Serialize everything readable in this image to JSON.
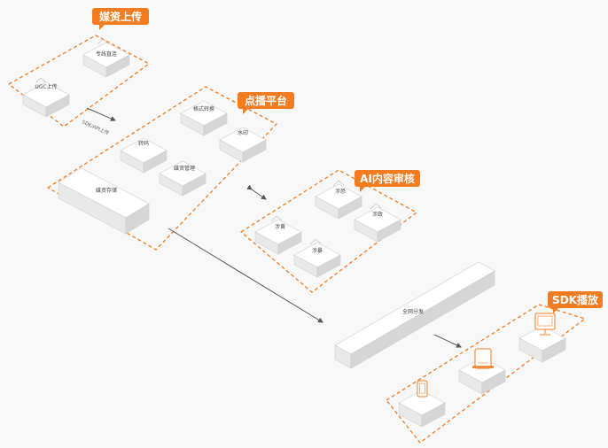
{
  "colors": {
    "accent": "#f47c20",
    "box_top": "#ffffff",
    "box_left": "#e9e9e9",
    "box_right": "#d6d6d6",
    "edge": "#555555",
    "background": "#f8f8f8"
  },
  "groups": {
    "upload": {
      "label": "媒资上传"
    },
    "vod": {
      "label": "点播平台"
    },
    "audit": {
      "label": "AI内容审核"
    },
    "sdk": {
      "label": "SDK播放"
    }
  },
  "nodes": {
    "ugc_upload": "UGC上传",
    "pro_direct": "专线直连",
    "format_convert": "格式转换",
    "transcode": "转码",
    "watermark": "水印",
    "media_manage": "媒资管理",
    "media_storage": "媒资存储",
    "terror": "涉恐",
    "politics": "涉政",
    "porn": "涉黄",
    "violence": "涉暴",
    "cdn": "全网分发"
  },
  "devices": [
    {
      "name": "phone-icon"
    },
    {
      "name": "tablet-icon"
    },
    {
      "name": "monitor-icon"
    }
  ],
  "edges": {
    "upload_to_vod": "SDK/API上传"
  }
}
